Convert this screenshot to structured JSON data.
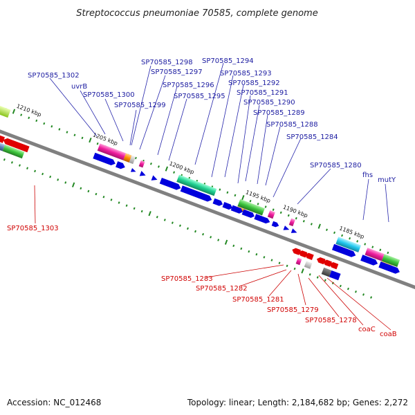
{
  "title": "Streptococcus pneumoniae 70585, complete genome",
  "footer": {
    "accession": "Accession: NC_012468",
    "topology": "Topology: linear; Length: 2,184,682 bp; Genes: 2,272"
  },
  "ruler": [
    "1210 kbp",
    "1205 kbp",
    "1200 kbp",
    "1195 kbp",
    "1190 kbp",
    "1185 kbp"
  ],
  "upper_labels": {
    "sp1302": "SP70585_1302",
    "uvrb": "uvrB",
    "sp1300": "SP70585_1300",
    "sp1299": "SP70585_1299",
    "sp1298": "SP70585_1298",
    "sp1297": "SP70585_1297",
    "sp1296": "SP70585_1296",
    "sp1295": "SP70585_1295",
    "sp1294": "SP70585_1294",
    "sp1293": "SP70585_1293",
    "sp1292": "SP70585_1292",
    "sp1291": "SP70585_1291",
    "sp1290": "SP70585_1290",
    "sp1289": "SP70585_1289",
    "sp1288": "SP70585_1288",
    "sp1284": "SP70585_1284",
    "sp1280": "SP70585_1280",
    "fhs": "fhs",
    "muty": "mutY"
  },
  "lower_labels": {
    "sp1303": "SP70585_1303",
    "sp1283": "SP70585_1283",
    "sp1282": "SP70585_1282",
    "sp1281": "SP70585_1281",
    "sp1279": "SP70585_1279",
    "sp1278": "SP70585_1278",
    "coac": "coaC",
    "coab": "coaB"
  },
  "colors": {
    "forward_gene": "#0000dd",
    "reverse_gene": "#e00000",
    "label_blue": "#1a1aa0",
    "label_red": "#d00000",
    "backbone": "#808080",
    "tick": "#228822"
  }
}
